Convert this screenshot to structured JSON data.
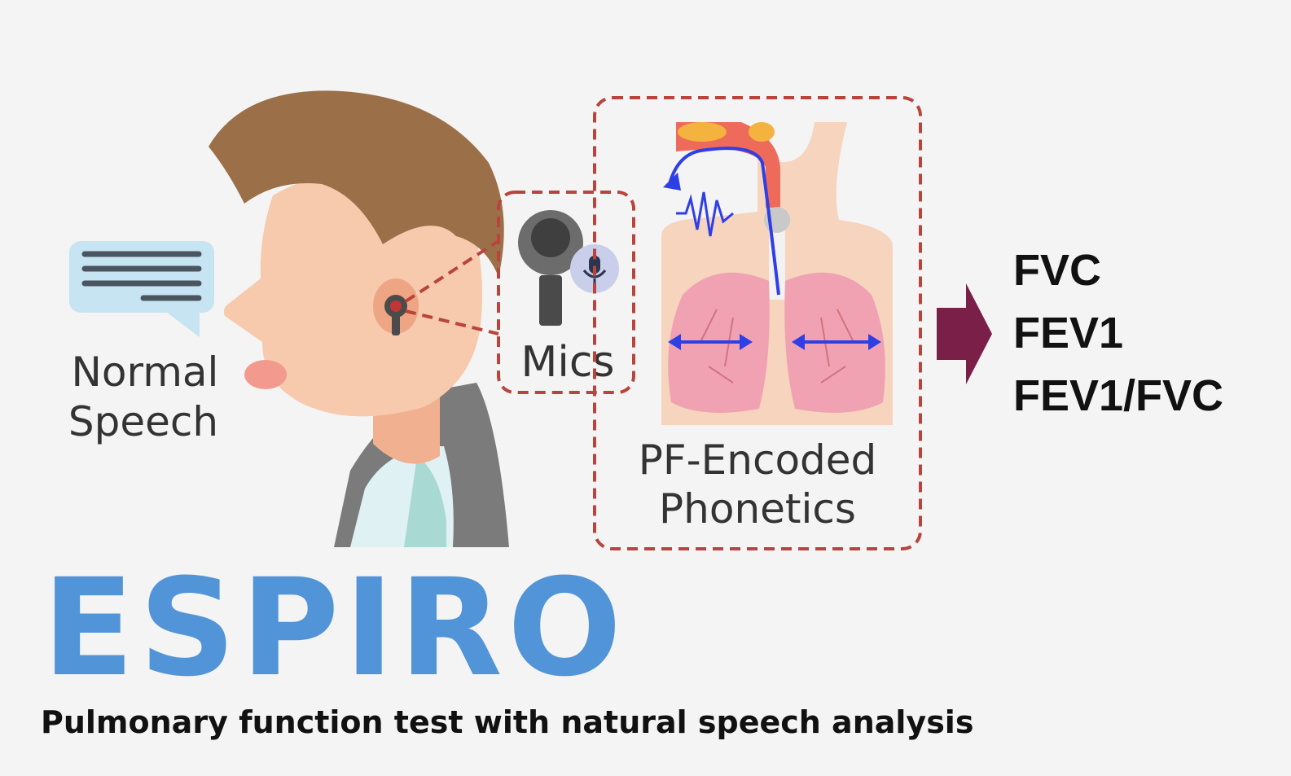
{
  "speech_label": [
    "Normal",
    "Speech"
  ],
  "mics_label": "Mics",
  "phonetics_label": [
    "PF-Encoded",
    "Phonetics"
  ],
  "metrics": [
    "FVC",
    "FEV1",
    "FEV1/FVC"
  ],
  "brand": "ESPIRO",
  "tagline": "Pulmonary function test with natural speech analysis",
  "colors": {
    "brand_blue": "#5294d8",
    "dashed_border": "#b9443b",
    "arrow": "#7a2048",
    "airflow": "#2f3fe6",
    "background": "#f4f4f4"
  },
  "icons": [
    "speech-bubble-icon",
    "person-head-icon",
    "earphone-mic-icon",
    "microphone-icon",
    "respiratory-system-icon",
    "sound-wave-icon",
    "output-arrow-icon"
  ]
}
